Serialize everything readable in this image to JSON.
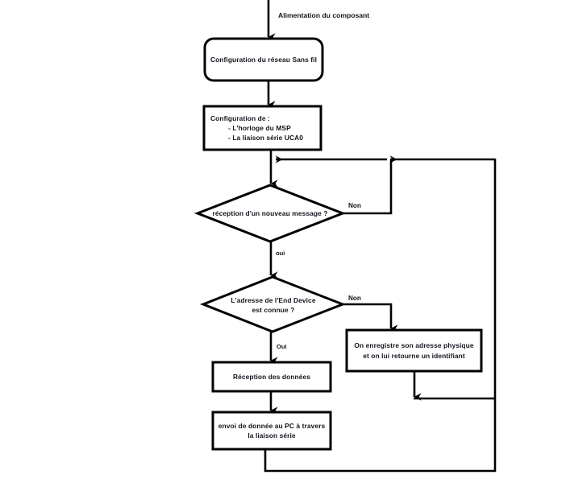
{
  "diagram": {
    "title": "Alimentation du composant",
    "language": "fr",
    "type": "flowchart",
    "colors": {
      "stroke": "#000000",
      "text": "#13131c",
      "background": "#ffffff"
    },
    "nodes": [
      {
        "id": "config-wifi",
        "shape": "rounded-rectangle",
        "lines": [
          "Configuration du réseau Sans fil"
        ]
      },
      {
        "id": "config-clock-serial",
        "shape": "rectangle",
        "lines": [
          "Configuration de :",
          "- L'horloge du MSP",
          "- La liaison série UCA0"
        ]
      },
      {
        "id": "new-message-decision",
        "shape": "diamond",
        "lines": [
          "réception d'un nouveau message ?"
        ]
      },
      {
        "id": "address-known-decision",
        "shape": "diamond",
        "lines": [
          "L'adresse de l'End Device",
          "est connue ?"
        ]
      },
      {
        "id": "register-device",
        "shape": "rectangle",
        "lines": [
          "On enregistre son adresse physique",
          "et on lui retourne un identifiant"
        ]
      },
      {
        "id": "receive-data",
        "shape": "rectangle",
        "lines": [
          "Réception des données"
        ]
      },
      {
        "id": "send-to-pc",
        "shape": "rectangle",
        "lines": [
          "envoi de donnée au PC à travers",
          "la liaison série"
        ]
      }
    ],
    "edge_labels": {
      "no_message": "Non",
      "yes_message": "oui",
      "no_address": "Non",
      "yes_address": "Oui"
    }
  }
}
